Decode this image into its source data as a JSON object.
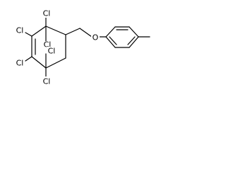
{
  "molecule": {
    "atoms": {
      "cl_bridgehead_top": "Cl",
      "cl_vinyl_upper": "Cl",
      "cl_vinyl_lower": "Cl",
      "cl_bridgehead_bottom": "Cl",
      "cl_bridge_1": "Cl",
      "cl_bridge_2": "Cl",
      "ether_oxygen": "O"
    }
  }
}
